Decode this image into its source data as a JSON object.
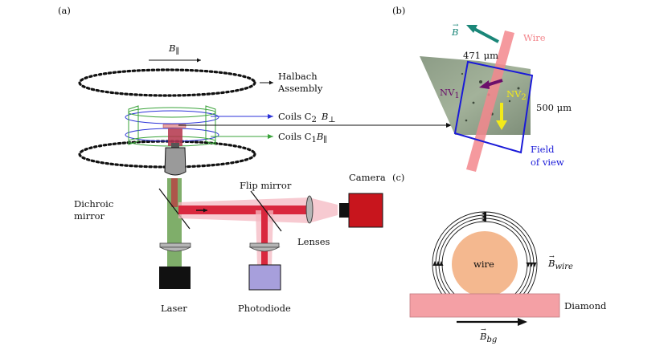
{
  "panels": {
    "a": "(a)",
    "b": "(b)",
    "c": "(c)"
  },
  "panel_a": {
    "b_parallel": {
      "sym": "B",
      "sub": "∥"
    },
    "halbach_line1": "Halbach",
    "halbach_line2": "Assembly",
    "coils_c2": "Coils C",
    "coils_c2_sub": "2",
    "coils_c2_field": "B",
    "coils_c2_field_sub": "⊥",
    "coils_c1": "Coils C",
    "coils_c1_sub": "1",
    "coils_c1_field": "B",
    "coils_c1_field_sub": "∥",
    "dichroic_line1": "Dichroic",
    "dichroic_line2": "mirror",
    "flip_mirror": "Flip mirror",
    "camera": "Camera",
    "lenses": "Lenses",
    "laser": "Laser",
    "photodiode": "Photodiode"
  },
  "panel_b": {
    "b_vec": "B",
    "wire": "Wire",
    "width_label": "471 μm",
    "height_label": "500 μm",
    "nv1": "NV",
    "nv1_sub": "1",
    "nv2": "NV",
    "nv2_sub": "2",
    "fov_line1": "Field",
    "fov_line2": "of view"
  },
  "panel_c": {
    "wire": "wire",
    "b_wire": "B",
    "b_wire_sub": "wire",
    "diamond": "Diamond",
    "b_bg": "B",
    "b_bg_sub": "bg"
  },
  "colors": {
    "laser_green": "#7fae6a",
    "red_beam": "#d9283e",
    "pink_beam": "#f4b8c2",
    "camera": "#c8151d",
    "photodiode": "#a79fdc",
    "coil_blue": "#2b32d8",
    "coil_green": "#3aa33a",
    "teal_arrow": "#1a8678",
    "purple_arrow": "#6b0f6b",
    "yellow_arrow": "#f2ea1a",
    "wire_pink": "#f3878d",
    "diamond_pink": "#f4a0a5",
    "wire_disc": "#f4b88f",
    "fov_blue": "#1a1ad8"
  }
}
